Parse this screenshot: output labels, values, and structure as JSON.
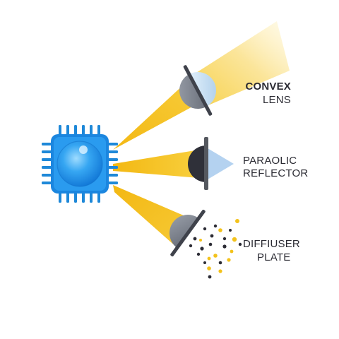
{
  "colors": {
    "chip_blue": "#1c8fe6",
    "chip_pin": "#1e88d8",
    "beam_yellow": "#f5c21c",
    "beam_fade": "#fbe9a6",
    "optic_dark": "#4a4d57",
    "optic_grey": "#858a94",
    "lens_light": "#c6def2",
    "reflector_light": "#b4d2f0",
    "particle_yellow": "#f3c21b",
    "particle_dark": "#2c2c35",
    "label": "#2b2b33"
  },
  "components": [
    {
      "id": "convex-lens",
      "label_line1": "CONVEX",
      "label_line2": "LENS"
    },
    {
      "id": "paraolic-reflector",
      "label_line1": "PARAOLIC",
      "label_line2": "REFLECTOR"
    },
    {
      "id": "diffuser-plate",
      "label_line1": "DIFFIUSER",
      "label_line2": "PLATE"
    }
  ],
  "icons": {
    "source": "led-chip-icon",
    "lens": "convex-lens-icon",
    "reflector": "parabolic-reflector-icon",
    "diffuser": "diffuser-plate-icon"
  }
}
